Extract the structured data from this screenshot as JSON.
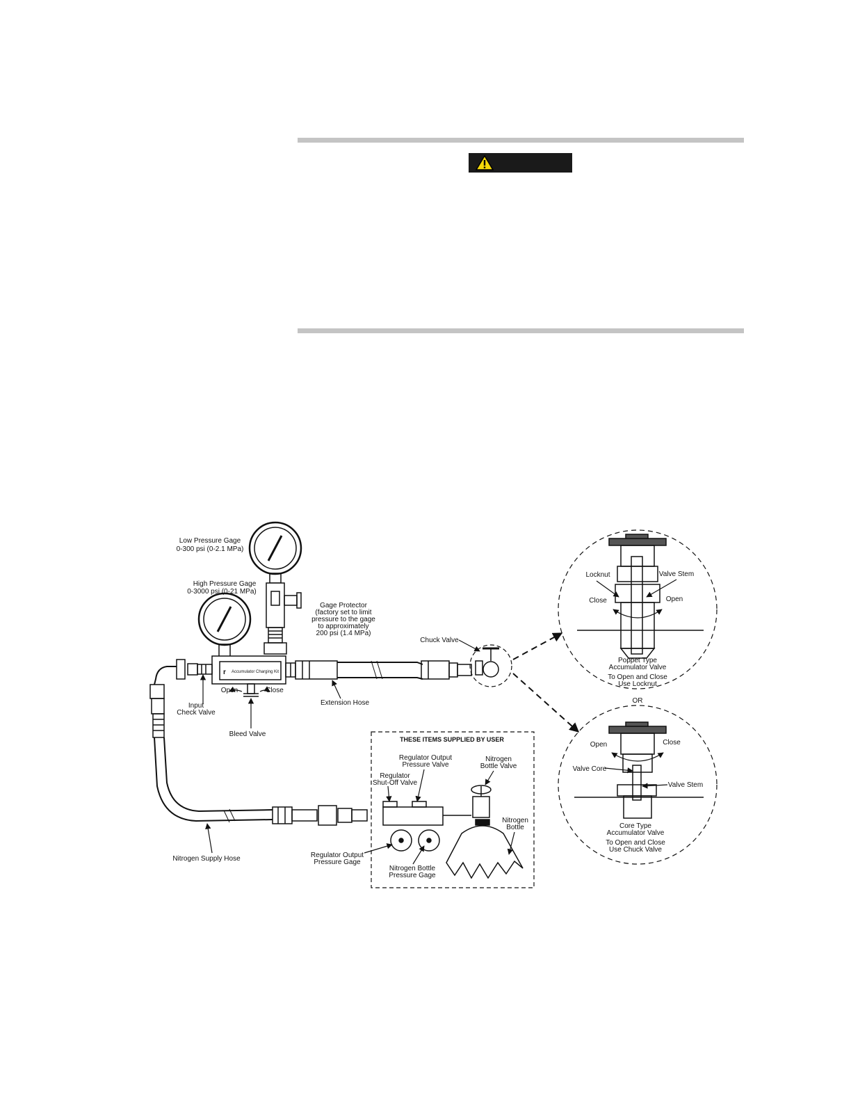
{
  "warning": {
    "banner_label": "",
    "icon": "warning-triangle-icon"
  },
  "diagram": {
    "kit_label": "Accumulator Charging Kit",
    "kit_logo": "r",
    "labels": {
      "low_gage_1": "Low Pressure Gage",
      "low_gage_2": "0-300 psi (0-2.1 MPa)",
      "high_gage_1": "High Pressure Gage",
      "high_gage_2": "0-3000 psi (0-21 MPa)",
      "protector_1": "Gage Protector",
      "protector_2": "(factory set to limit",
      "protector_3": "pressure to the gage",
      "protector_4": "to approximately",
      "protector_5": "200 psi (1.4 MPa)",
      "chuck_valve": "Chuck Valve",
      "open": "Open",
      "close": "Close",
      "input_1": "Input",
      "input_2": "Check Valve",
      "bleed_valve": "Bleed Valve",
      "extension_hose": "Extension Hose",
      "nitrogen_supply_hose": "Nitrogen Supply Hose",
      "user_items": "THESE ITEMS SUPPLIED BY USER",
      "reg_out_valve_1": "Regulator Output",
      "reg_out_valve_2": "Pressure Valve",
      "reg_shutoff_1": "Regulator",
      "reg_shutoff_2": "Shut-Off Valve",
      "n2_bottle_valve_1": "Nitrogen",
      "n2_bottle_valve_2": "Bottle Valve",
      "n2_bottle_1": "Nitrogen",
      "n2_bottle_2": "Bottle",
      "reg_out_gage_1": "Regulator Output",
      "reg_out_gage_2": "Pressure Gage",
      "n2_gage_1": "Nitrogen Bottle",
      "n2_gage_2": "Pressure Gage",
      "locknut": "Locknut",
      "valve_stem_top": "Valve Stem",
      "close_top": "Close",
      "open_top": "Open",
      "poppet_1": "Poppet Type",
      "poppet_2": "Accumulator Valve",
      "poppet_3": "To Open and Close",
      "poppet_4": "Use Locknut",
      "or": "OR",
      "open_bottom": "Open",
      "close_bottom": "Close",
      "valve_core": "Valve Core",
      "valve_stem_bottom": "Valve Stem",
      "core_1": "Core Type",
      "core_2": "Accumulator Valve",
      "core_3": "To Open and Close",
      "core_4": "Use Chuck Valve"
    }
  }
}
